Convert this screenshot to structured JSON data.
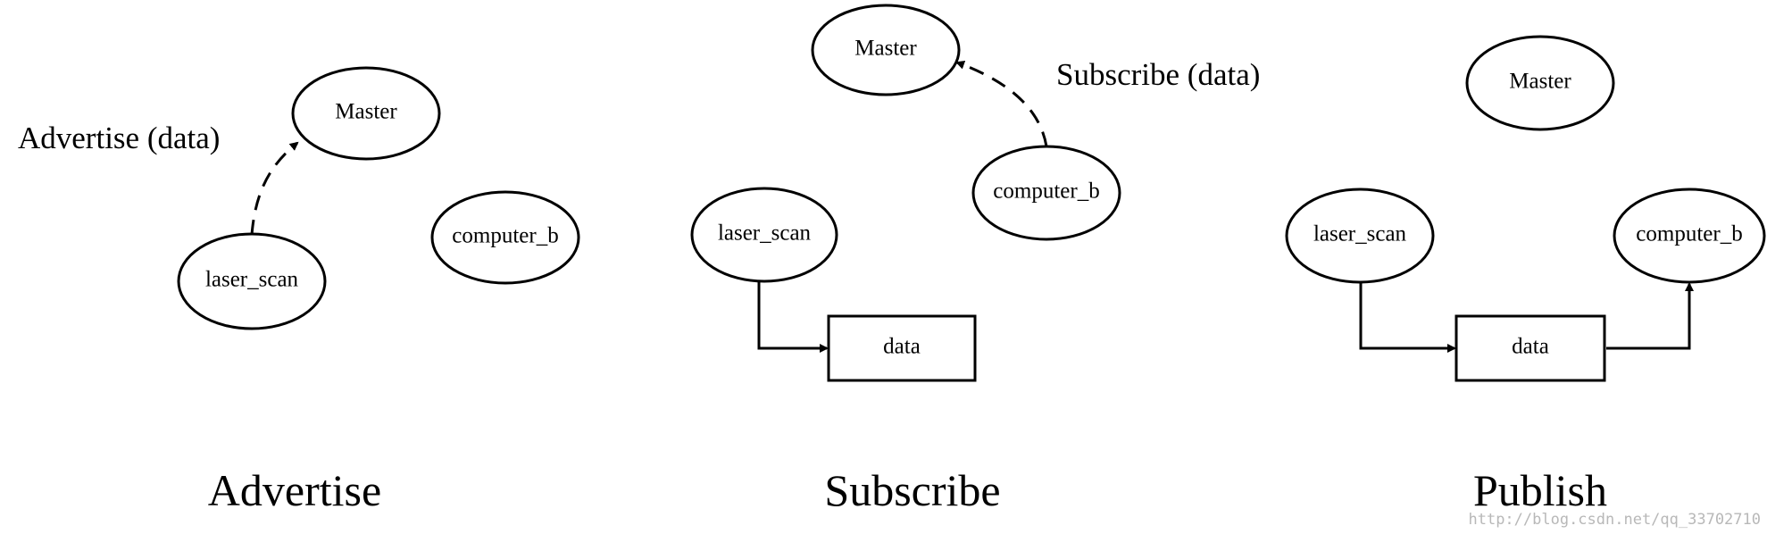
{
  "panels": {
    "advertise": {
      "title": "Advertise",
      "edge_label": "Advertise (data)",
      "nodes": {
        "master": "Master",
        "computer_b": "computer_b",
        "laser_scan": "laser_scan"
      }
    },
    "subscribe": {
      "title": "Subscribe",
      "edge_label": "Subscribe (data)",
      "nodes": {
        "master": "Master",
        "computer_b": "computer_b",
        "laser_scan": "laser_scan",
        "data": "data"
      }
    },
    "publish": {
      "title": "Publish",
      "nodes": {
        "master": "Master",
        "computer_b": "computer_b",
        "laser_scan": "laser_scan",
        "data": "data"
      }
    }
  },
  "watermark": "http://blog.csdn.net/qq_33702710"
}
